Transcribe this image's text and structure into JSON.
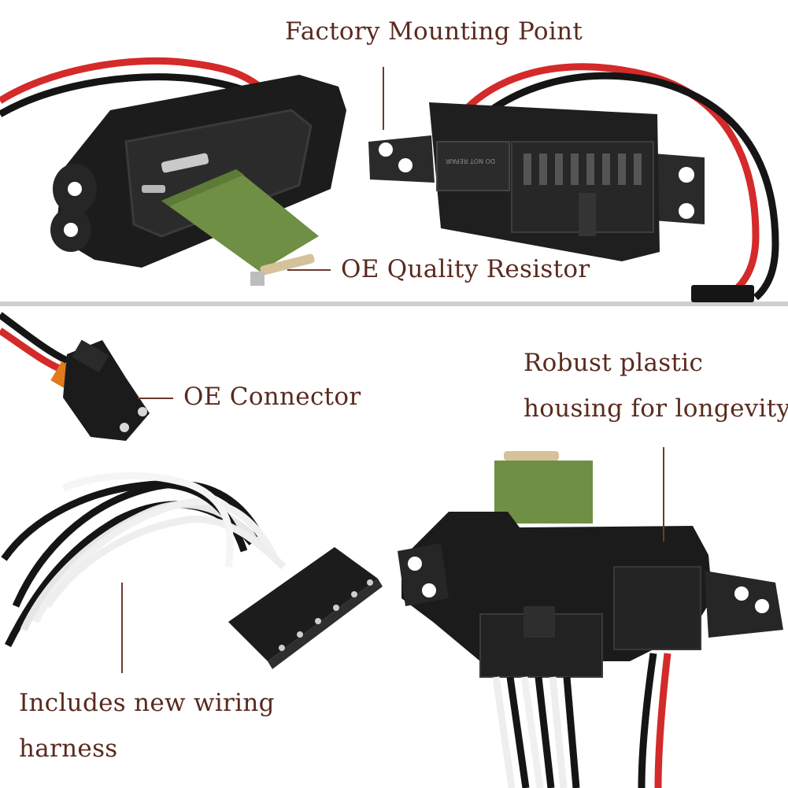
{
  "colors": {
    "label_text": "#5a2a1e",
    "leader_line": "#6b3a2e",
    "divider": "#cfcfcf",
    "housing_plastic": "#1c1c1c",
    "resistor_board": "#6f8f45",
    "wire_red": "#d42a2a",
    "wire_black": "#151515",
    "wire_white": "#f2f2f2"
  },
  "labels": {
    "factory_mounting_point": "Factory Mounting Point",
    "oe_quality_resistor": "OE Quality Resistor",
    "oe_connector": "OE Connector",
    "housing_line1": "Robust plastic",
    "housing_line2": "housing for longevity",
    "harness_line1": "Includes new wiring",
    "harness_line2": "harness"
  },
  "product_marking": "DO NOT REPAIR"
}
